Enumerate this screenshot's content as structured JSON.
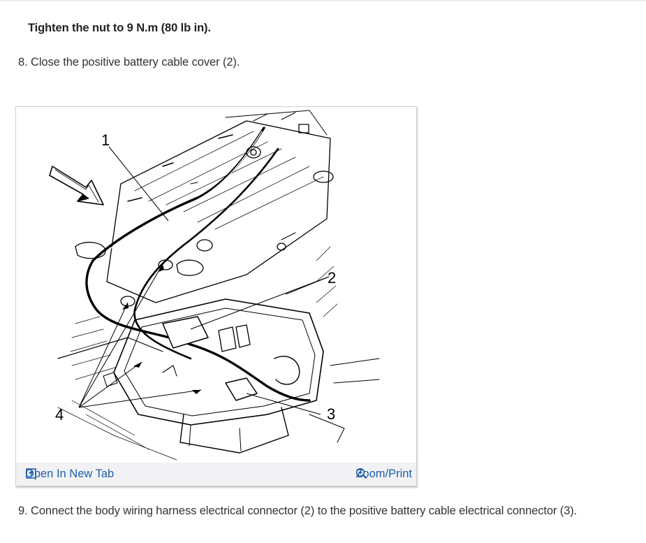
{
  "note": "Tighten the nut to 9 N.m (80 lb in).",
  "step8": "8. Close the positive battery cable cover (2).",
  "step9": "9. Connect the body wiring harness electrical connector (2) to the positive battery cable electrical connector (3).",
  "figure": {
    "callouts": [
      "1",
      "2",
      "3",
      "4"
    ],
    "open_tab_label": "Open In New Tab",
    "zoom_label": "Zoom/Print",
    "open_icon": "open-in-new-tab-icon",
    "zoom_icon": "magnifier-plus-icon",
    "link_color": "#1f5fa8"
  }
}
